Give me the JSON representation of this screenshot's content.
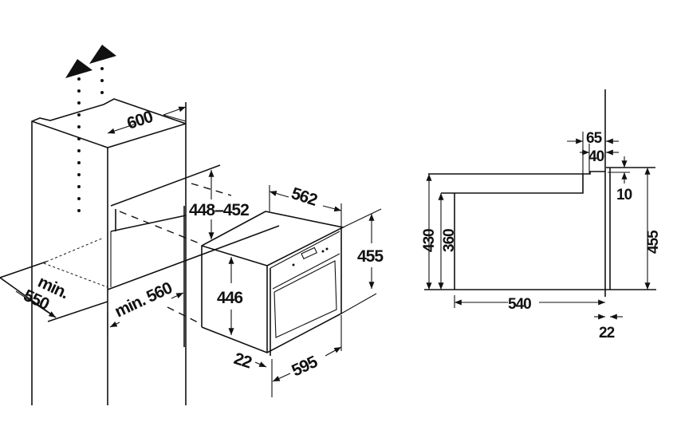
{
  "title": "Built-in oven installation dimensions (mm)",
  "colors": {
    "line": "#111111",
    "background": "#ffffff"
  },
  "isometric": {
    "cabinet_width": "600",
    "niche_height": "448–452",
    "oven_depth": "562",
    "oven_height": "455",
    "oven_body_height": "446",
    "front_panel_depth": "22",
    "oven_width": "595",
    "min_niche_width": "min. 560",
    "min_depth_label": "min.",
    "min_depth_value": "550"
  },
  "side_view": {
    "top_offset_outer": "65",
    "top_offset_inner": "40",
    "panel_offset": "10",
    "height_outer": "430",
    "height_inner": "360",
    "front_height": "455",
    "body_depth": "540",
    "front_panel_depth": "22"
  }
}
